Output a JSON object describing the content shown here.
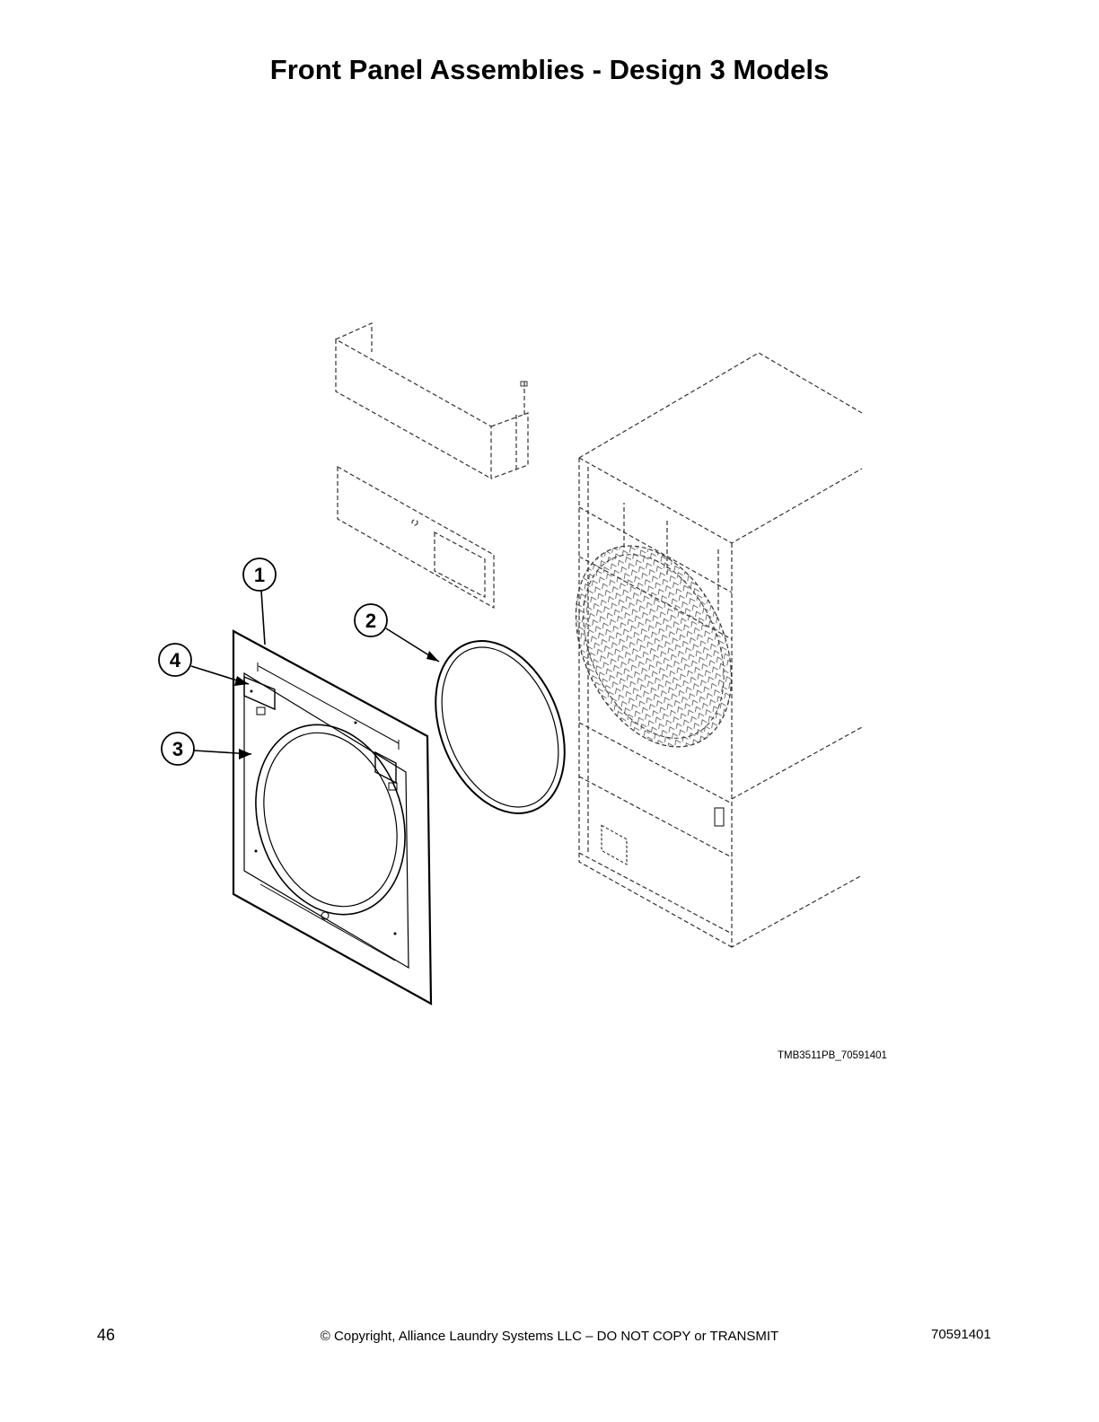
{
  "page": {
    "title": "Front Panel Assemblies - Design 3 Models",
    "drawing_code": "TMB3511PB_70591401",
    "footer": {
      "page_number": "46",
      "copyright": "© Copyright, Alliance Laundry Systems LLC – DO NOT COPY or TRANSMIT",
      "doc_number": "70591401"
    }
  },
  "callouts": [
    "1",
    "2",
    "3",
    "4"
  ],
  "colors": {
    "line": "#000000",
    "dashed_line": "#333333"
  }
}
